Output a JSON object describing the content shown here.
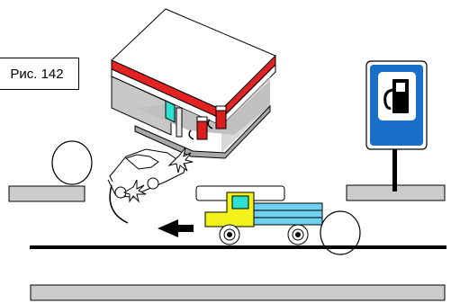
{
  "caption": "Рис.  142",
  "colors": {
    "station_roof": "#e32222",
    "fuel_pump": "#d91f1f",
    "truck_cab": "#f2f21a",
    "truck_body": "#6fd0f0",
    "truck_cab_window": "#2ee0d0",
    "sign_blue": "#1a6fc9",
    "road_line": "#000000",
    "sidewalk_gray": "#cccccc"
  },
  "icons": [
    "gas-station-building",
    "fuel-pump",
    "car-crash",
    "truck",
    "fuel-sign",
    "direction-arrow"
  ]
}
